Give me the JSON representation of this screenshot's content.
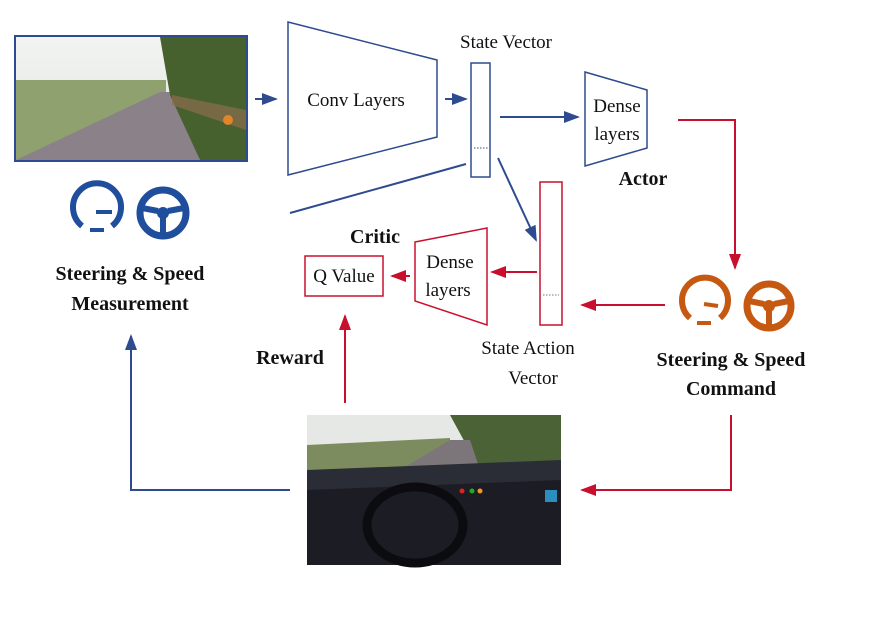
{
  "labels": {
    "state_vector": "State Vector",
    "conv_layers": "Conv Layers",
    "actor_dense_line1": "Dense",
    "actor_dense_line2": "layers",
    "actor": "Actor",
    "critic": "Critic",
    "q_value": "Q Value",
    "critic_dense_line1": "Dense",
    "critic_dense_line2": "layers",
    "state_action_line1": "State Action",
    "state_action_line2": "Vector",
    "measurement_line1": "Steering & Speed",
    "measurement_line2": "Measurement",
    "command_line1": "Steering & Speed",
    "command_line2": "Command",
    "reward": "Reward"
  },
  "colors": {
    "blue": "#2f4b8f",
    "red": "#c8102e",
    "orange": "#c65911",
    "icon_blue": "#1f4e9c"
  }
}
